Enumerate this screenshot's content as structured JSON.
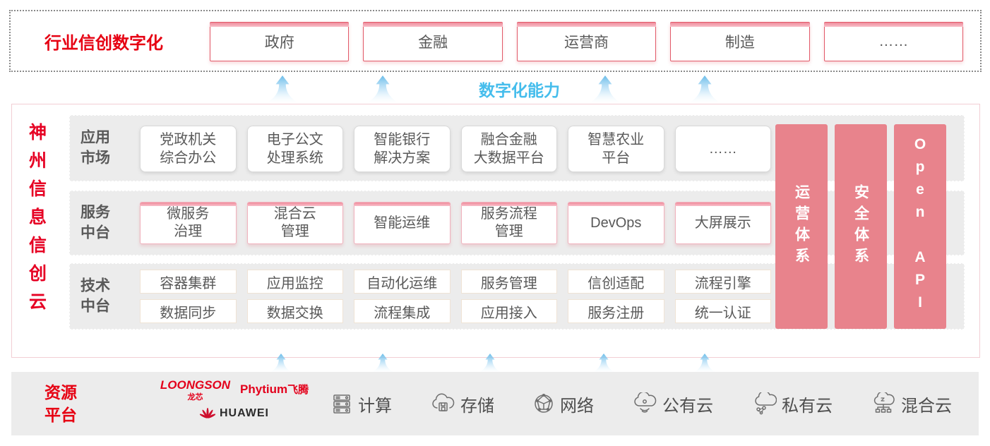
{
  "top": {
    "label": "行业信创数字化",
    "industries": [
      "政府",
      "金融",
      "运营商",
      "制造",
      "……"
    ]
  },
  "capability_label": "数字化能力",
  "main": {
    "side_title": "神州信息信创云",
    "app_row": {
      "label": "应用\n市场",
      "items": [
        "党政机关\n综合办公",
        "电子公文\n处理系统",
        "智能银行\n解决方案",
        "融合金融\n大数据平台",
        "智慧农业\n平台",
        "……"
      ]
    },
    "svc_row": {
      "label": "服务\n中台",
      "items": [
        "微服务\n治理",
        "混合云\n管理",
        "智能运维",
        "服务流程\n管理",
        "DevOps",
        "大屏展示"
      ]
    },
    "tech_row": {
      "label": "技术\n中台",
      "items_top": [
        "容器集群",
        "应用监控",
        "自动化运维",
        "服务管理",
        "信创适配",
        "流程引擎"
      ],
      "items_bottom": [
        "数据同步",
        "数据交换",
        "流程集成",
        "应用接入",
        "服务注册",
        "统一认证"
      ]
    },
    "pillars": [
      "运营体系",
      "安全体系",
      "Open API"
    ]
  },
  "resources": {
    "label": "资源\n平台",
    "vendors": {
      "loongson": {
        "name": "LOONGSON",
        "sub": "龙芯"
      },
      "phytium": {
        "name": "Phytium",
        "sub": "飞腾"
      },
      "huawei": {
        "name": "HUAWEI"
      }
    },
    "items": [
      {
        "icon": "compute-server-icon",
        "label": "计算"
      },
      {
        "icon": "storage-cloud-icon",
        "label": "存储"
      },
      {
        "icon": "network-icon",
        "label": "网络"
      },
      {
        "icon": "public-cloud-icon",
        "label": "公有云"
      },
      {
        "icon": "private-cloud-icon",
        "label": "私有云"
      },
      {
        "icon": "hybrid-cloud-icon",
        "label": "混合云"
      }
    ]
  },
  "colors": {
    "accent_red": "#e60012",
    "pillar_pink": "#e8838c",
    "capability_blue": "#45bdec",
    "box_border_pink": "#e25a69",
    "strip_gray": "#ececec",
    "box_text_gray": "#595959"
  }
}
